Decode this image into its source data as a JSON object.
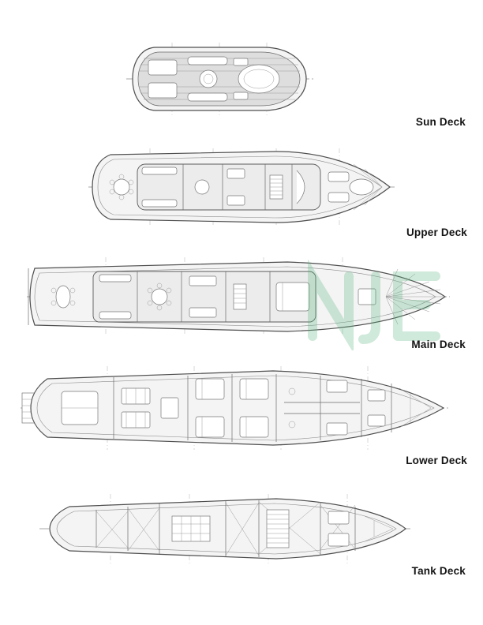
{
  "decks": [
    {
      "id": "sun-deck",
      "label": "Sun Deck",
      "plan_icon": "sun-deck-plan"
    },
    {
      "id": "upper-deck",
      "label": "Upper Deck",
      "plan_icon": "upper-deck-plan"
    },
    {
      "id": "main-deck",
      "label": "Main Deck",
      "plan_icon": "main-deck-plan"
    },
    {
      "id": "lower-deck",
      "label": "Lower Deck",
      "plan_icon": "lower-deck-plan"
    },
    {
      "id": "tank-deck",
      "label": "Tank Deck",
      "plan_icon": "tank-deck-plan"
    }
  ],
  "watermark": {
    "icon": "green-logo-watermark",
    "color": "#57b47c"
  },
  "colors": {
    "outline": "#4f4f4f",
    "detail": "#8a8a8a",
    "hull_fill": "#f4f4f4",
    "deck_fill": "#dedede",
    "label_text": "#141414",
    "watermark": "#57b47c",
    "background": "#ffffff"
  }
}
